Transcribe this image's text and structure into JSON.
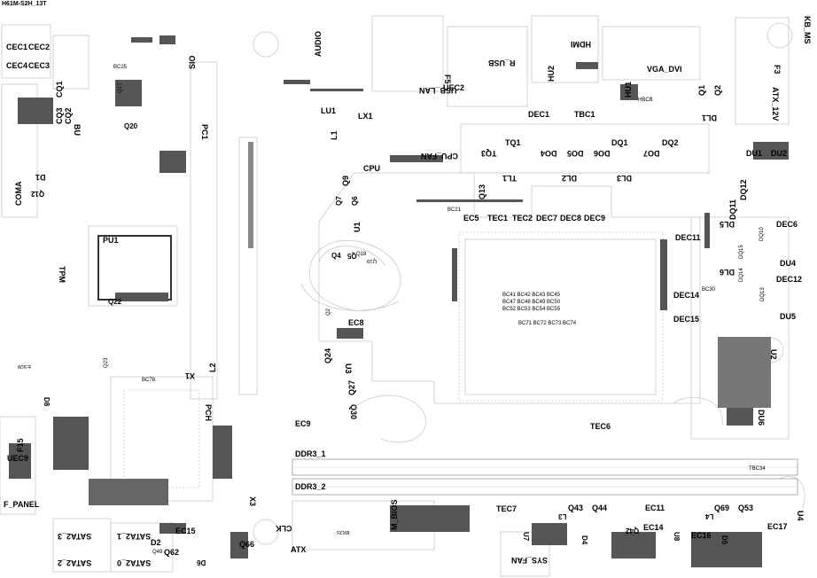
{
  "title": "H61M-S2H_13T",
  "labels": {
    "cec1": "CEC1",
    "cec2": "CEC2",
    "cec4": "CEC4",
    "cec3": "CEC3",
    "cq1": "CQ1",
    "cq2": "CQ2",
    "cq3": "CQ3",
    "bu": "BU",
    "d1": "D1",
    "coma": "COMA",
    "q12": "Q12",
    "bc25": "BC25",
    "q17": "Q17",
    "q20": "Q20",
    "sio": "SIO",
    "pc1": "PC1",
    "audio": "AUDIO",
    "lu1": "LU1",
    "lx1": "LX1",
    "l1": "L1",
    "usb_lan": "USB_LAN",
    "f5": "F5",
    "uec2": "UEC2",
    "r_usb": "R_USB",
    "hdmi": "HDMI",
    "hu2": "HU2",
    "vga_dvi": "VGA_DVI",
    "hu1": "HU1",
    "kb_ms": "KB_MS",
    "f3": "F3",
    "atx_12v": "ATX_12V",
    "dl1": "DL1",
    "q1": "Q1",
    "q2": "Q2",
    "hbcb": "HBCB",
    "dec1": "DEC1",
    "tbc1": "TBC1",
    "tq1": "TQ1",
    "tq3": "TQ3",
    "dq1": "DQ1",
    "dq2": "DQ2",
    "do4": "DO4",
    "do5": "DO5",
    "do6": "DO6",
    "do7": "DO7",
    "du1": "DU1",
    "du2": "DU2",
    "cpu_fan": "CPU_FAN",
    "cpu": "CPU",
    "tl1": "TL1",
    "dl2": "DL2",
    "dl3": "DL3",
    "q13": "Q13",
    "ec5": "EC5",
    "tec1": "TEC1",
    "tec2": "TEC2",
    "dec7": "DEC7",
    "dec8": "DEC8",
    "dec9": "DEC9",
    "bc21": "BC21",
    "q9": "Q9",
    "q7": "Q7",
    "q6": "Q6",
    "u1": "U1",
    "q4": "Q4",
    "q5": "Q5",
    "q18": "Q18",
    "q19": "Q19",
    "ec8": "EC8",
    "q2b": "Q2",
    "pu1": "PU1",
    "tpm": "TPM",
    "q22": "Q22",
    "dq12": "DQ12",
    "dq11": "DQ11",
    "dl5": "DL5",
    "dec6": "DEC6",
    "dec11": "DEC11",
    "dq10": "DQ10",
    "du4": "DU4",
    "dq15": "DQ15",
    "dl6": "DL6",
    "dq14": "DQ14",
    "dec12": "DEC12",
    "bc30": "BC30",
    "dec14": "DEC14",
    "dq13": "DQ13",
    "du5": "DU5",
    "dec15": "DEC15",
    "u2": "U2",
    "du6": "DU6",
    "es09": "ES09",
    "d8": "D8",
    "f15": "F15",
    "uec9": "UEC9",
    "f_panel": "F_PANEL",
    "q23": "Q23",
    "bc78": "BC78",
    "x1": "X1",
    "l2": "L2",
    "pch": "PCH",
    "q24": "Q24",
    "u3": "U3",
    "q27": "Q27",
    "q30": "Q30",
    "ec9": "EC9",
    "ddr3_1": "DDR3_1",
    "ddr3_2": "DDR3_2",
    "tec6": "TEC6",
    "tbc34": "TBC34",
    "sata2_3": "SATA2_3",
    "sata2_1": "SATA2_1",
    "sata2_2": "SATA2_2",
    "sata2_0": "SATA2_0",
    "d2": "D2",
    "q49": "Q49",
    "q62": "Q62",
    "ec15": "EC15",
    "d6": "D6",
    "q66": "Q66",
    "x3": "X3",
    "clk": "CLK",
    "atx": "ATX",
    "bios": "BIOS",
    "m_bios": "M_BIOS",
    "tec7": "TEC7",
    "l3": "L3",
    "q43": "Q43",
    "q44": "Q44",
    "u7": "U7",
    "d4": "D4",
    "ec11": "EC11",
    "l4": "L4",
    "q69": "Q69",
    "q53": "Q53",
    "u4": "U4",
    "ec17": "EC17",
    "q42": "Q42",
    "ec14": "EC14",
    "u8": "U8",
    "ec16": "EC16",
    "d5": "D5",
    "sys_fan": "SYS_FAN",
    "bc41": "BC41 BC42 BC43 BC45",
    "bc47": "BC47 BC48 BC49 BC50",
    "bc52": "BC52 BC53 BC54 BC55",
    "bc71": "BC71 BC72 BC73 BC74"
  }
}
